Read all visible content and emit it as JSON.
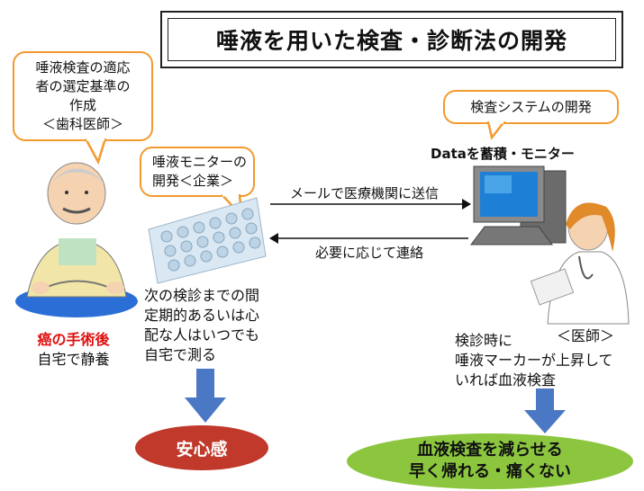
{
  "title": "唾液を用いた検査・診断法の開発",
  "dentist_bubble": {
    "line1": "唾液検査の適応",
    "line2": "者の選定基準の",
    "line3": "作成",
    "line4": "＜歯科医師＞"
  },
  "company_bubble": {
    "line1": "唾液モニターの",
    "line2": "開発＜企業＞"
  },
  "system_bubble": {
    "text": "検査システムの開発"
  },
  "data_label": "Dataを蓄積・モニター",
  "arrow_right_label": "メールで医療機関に送信",
  "arrow_left_label": "必要に応じて連絡",
  "patient": {
    "line1": "癌の手術後",
    "line2": "自宅で静養"
  },
  "monitor_text": {
    "line1": "次の検診までの間",
    "line2": "定期的あるいは心",
    "line3": "配な人はいつでも",
    "line4": "自宅で測る"
  },
  "doctor_label": "＜医師＞",
  "doctor_text": {
    "line1": "検診時に",
    "line2": "唾液マーカーが上昇して",
    "line3": "いれば血液検査"
  },
  "result_left": "安心感",
  "result_right": {
    "line1": "血液検査を減らせる",
    "line2": "早く帰れる・痛くない"
  },
  "colors": {
    "bubble_border": "#f39a2e",
    "red_text": "#e01010",
    "blue_arrow": "#4a78c4",
    "red_oval": "#c0392b",
    "green_oval": "#8cc63f"
  }
}
